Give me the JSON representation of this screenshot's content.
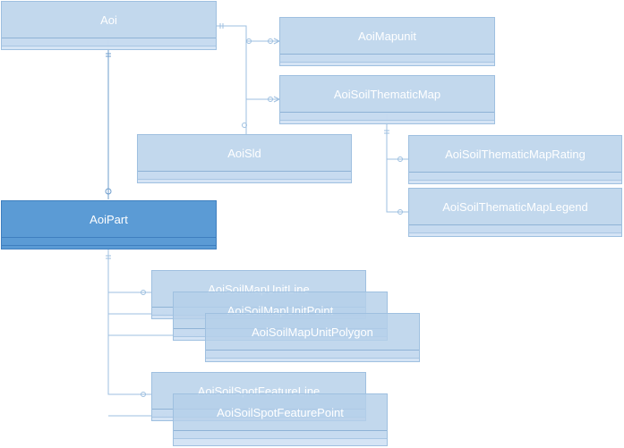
{
  "entities": {
    "aoi": "Aoi",
    "aoi_mapunit": "AoiMapunit",
    "aoi_soil_thematic_map": "AoiSoilThematicMap",
    "aoi_sid": "AoiSld",
    "aoi_soil_thematic_map_rating": "AoiSoilThematicMapRating",
    "aoi_soil_thematic_map_legend": "AoiSoilThematicMapLegend",
    "aoi_part": "AoiPart",
    "aoi_soil_map_unit_line": "AoiSoilMapUnitLine",
    "aoi_soil_map_unit_point": "AoiSoilMapUnitPoint",
    "aoi_soil_map_unit_polygon": "AoiSoilMapUnitPolygon",
    "aoi_soil_spot_feature_line": "AoiSoilSpotFeatureLine",
    "aoi_soil_spot_feature_point": "AoiSoilSpotFeaturePoint"
  },
  "colors": {
    "entity_fill": "#b5cfe9",
    "selected_fill": "#5b9bd5",
    "connector": "#9dbfe0"
  }
}
